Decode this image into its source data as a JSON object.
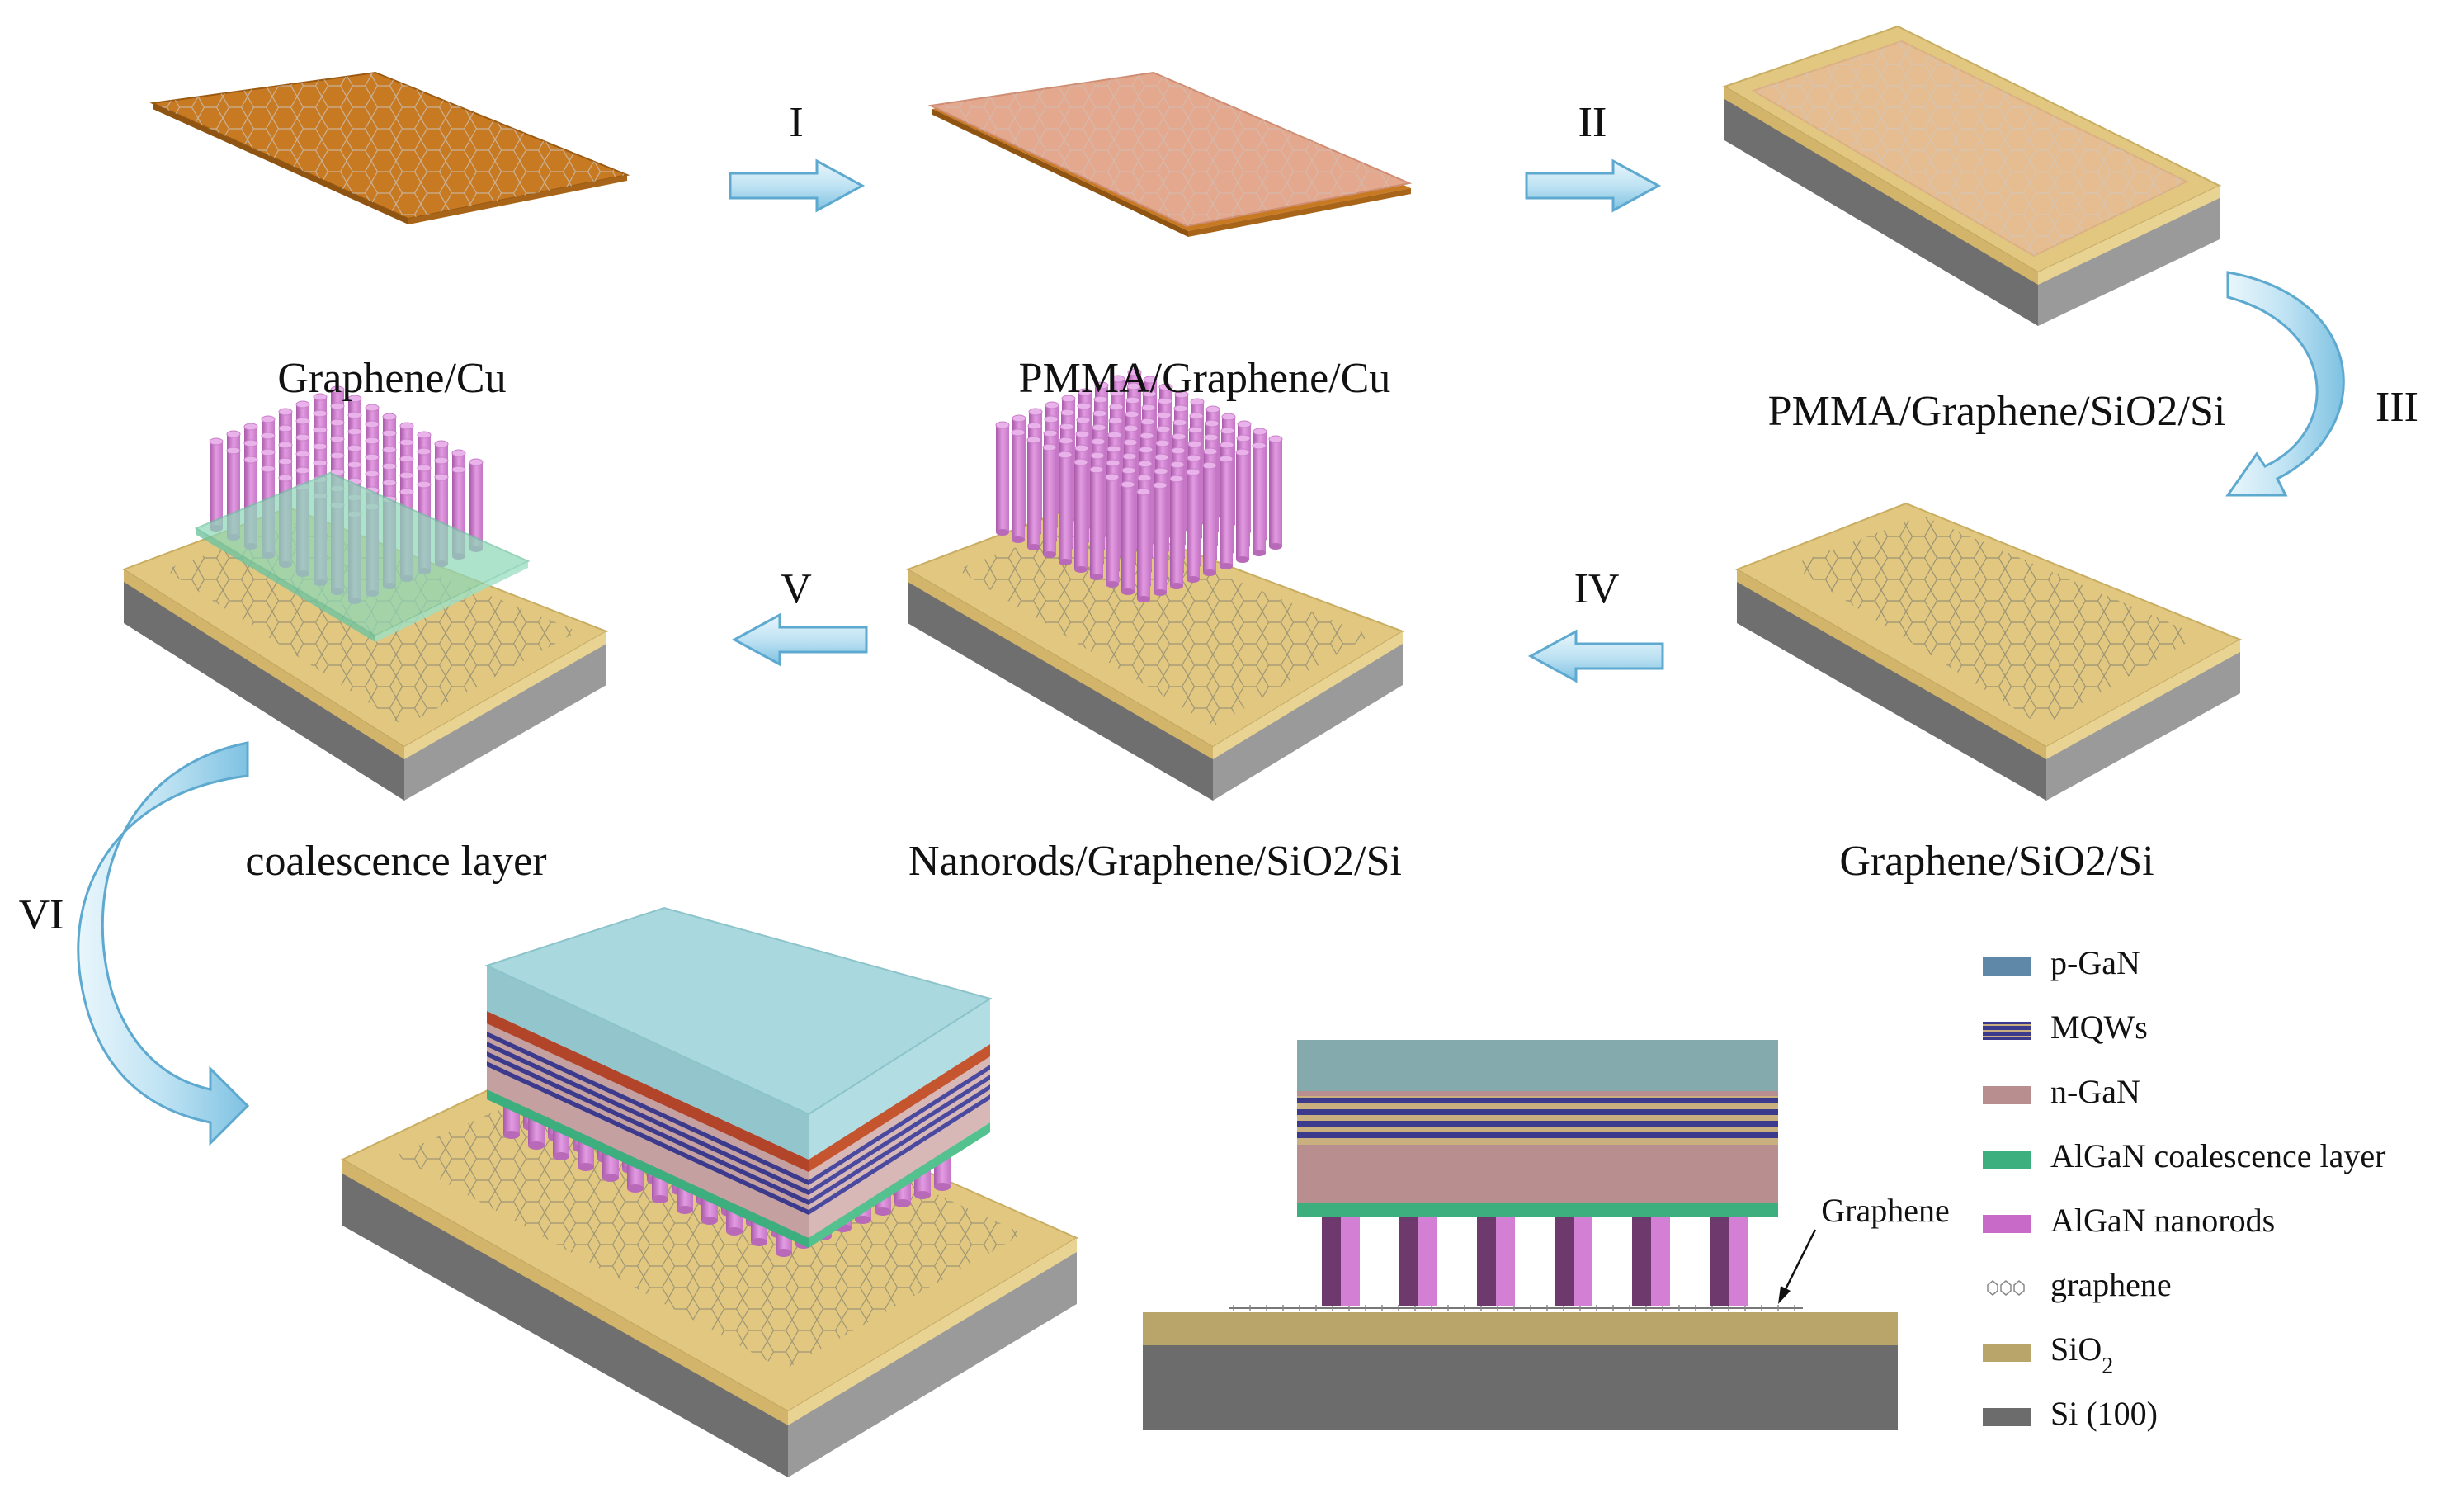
{
  "steps": {
    "s1": "Graphene/Cu",
    "s2": "PMMA/Graphene/Cu",
    "s3": "PMMA/Graphene/SiO2/Si",
    "s4": "Graphene/SiO2/Si",
    "s5": "Nanorods/Graphene/SiO2/Si",
    "s6": "coalescence layer"
  },
  "arrows": {
    "a1": "I",
    "a2": "II",
    "a3": "III",
    "a4": "IV",
    "a5": "V",
    "a6": "VI"
  },
  "callout": "Graphene",
  "legend": {
    "items": [
      {
        "label": "p-GaN",
        "color": "#5f87a8"
      },
      {
        "label": "MQWs",
        "color": "#3b3a8c"
      },
      {
        "label": "n-GaN",
        "color": "#b88e8e"
      },
      {
        "label": "AlGaN coalescence layer",
        "color": "#3dae7d"
      },
      {
        "label": "AlGaN nanorods",
        "color": "#c86ac7"
      },
      {
        "label": "graphene",
        "color": "#888888"
      },
      {
        "label": "SiO",
        "sub": "2",
        "color": "#b9a56a"
      },
      {
        "label": "Si (100)",
        "color": "#6c6c6c"
      }
    ]
  },
  "colors": {
    "copper": "#c87a22",
    "pmma": "#e3a88d",
    "sio2": "#e1c77f",
    "si": "#7a7a7a",
    "nanorod": "#d37fd3",
    "coalescence": "#8ed8b8",
    "pgan": "#a9d8de",
    "arrow": "#b9dff0"
  }
}
